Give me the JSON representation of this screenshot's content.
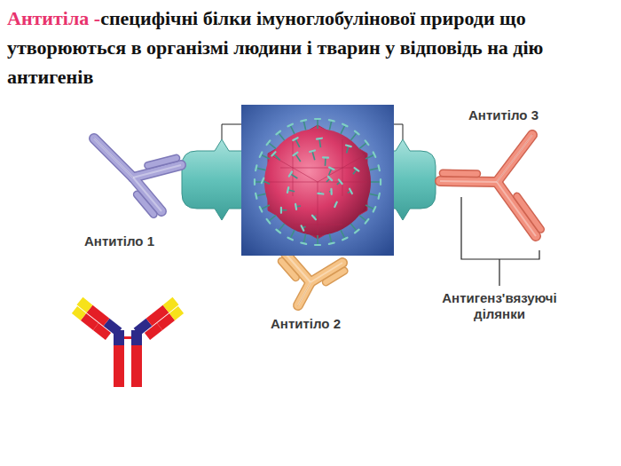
{
  "diagram": {
    "title": "Антитіла -",
    "labels": [
      "специфічні білки імуноглобулінової природи що утворюються в організмі людини і тварин у відповідь на дію антигенів",
      "Антитіло 1",
      "Антитіло 2",
      "Антитіло 3",
      "Антигенз'вязуючі ділянки"
    ]
  }
}
